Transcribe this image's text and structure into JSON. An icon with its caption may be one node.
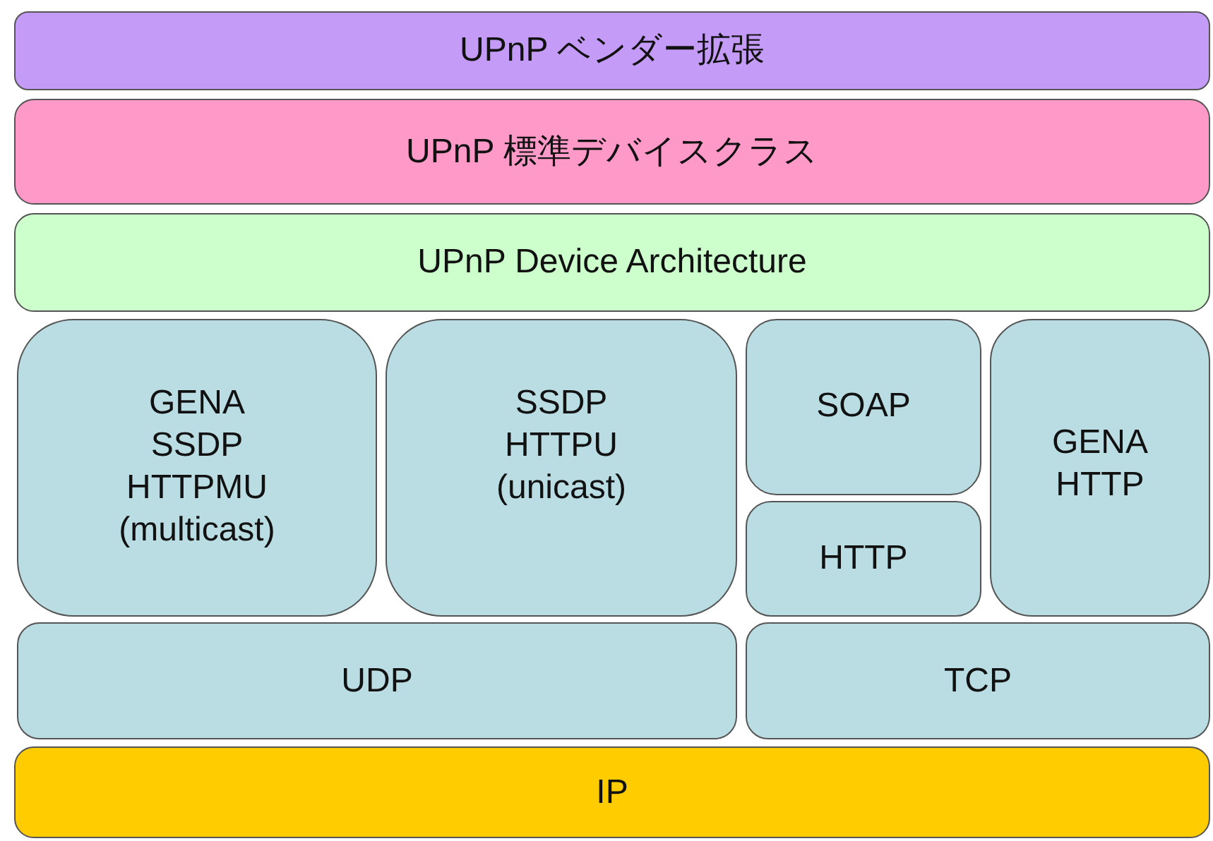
{
  "diagram": {
    "nodes": [
      {
        "text": [
          "UPnP ベンダー拡張"
        ]
      },
      {
        "text": [
          "UPnP 標準デバイスクラス"
        ]
      },
      {
        "text": [
          "UPnP Device Architecture"
        ]
      },
      {
        "text": [
          "GENA",
          "SSDP",
          "HTTPMU",
          "(multicast)"
        ]
      },
      {
        "text": [
          "SSDP",
          "HTTPU",
          "(unicast)"
        ]
      },
      {
        "text": [
          "SOAP"
        ]
      },
      {
        "text": [
          "HTTP"
        ]
      },
      {
        "text": [
          "GENA",
          "HTTP"
        ]
      },
      {
        "text": [
          "UDP"
        ]
      },
      {
        "text": [
          "TCP"
        ]
      },
      {
        "text": [
          "IP"
        ]
      }
    ]
  }
}
